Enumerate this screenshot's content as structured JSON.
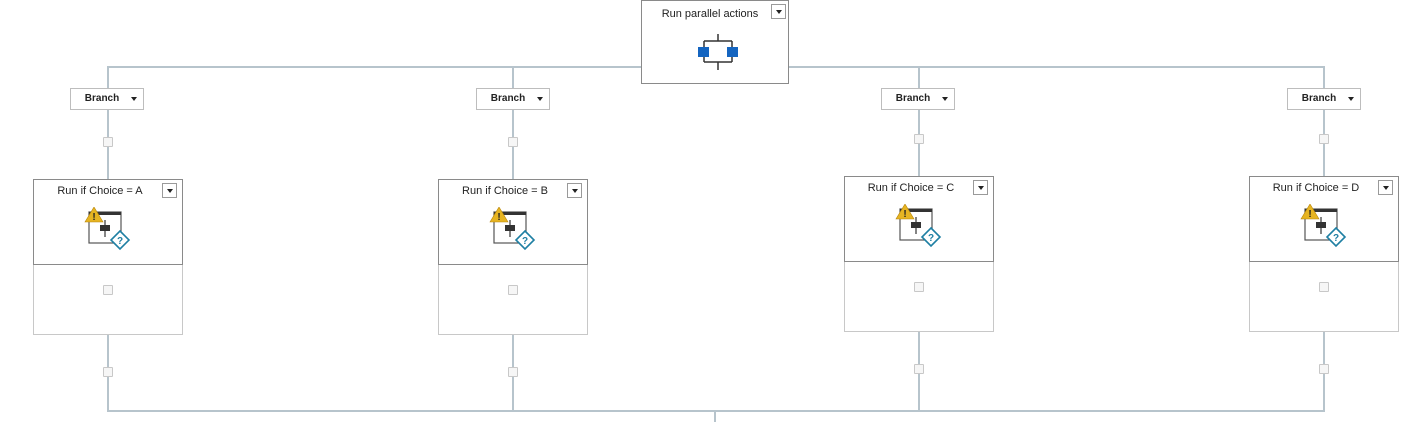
{
  "root": {
    "title": "Run parallel actions",
    "icon": "parallel-icon"
  },
  "branches": [
    {
      "label": "Branch",
      "condition": "Run if Choice = A",
      "icon": "conditional-warning-icon"
    },
    {
      "label": "Branch",
      "condition": "Run if Choice = B",
      "icon": "conditional-warning-icon"
    },
    {
      "label": "Branch",
      "condition": "Run if Choice = C",
      "icon": "conditional-warning-icon"
    },
    {
      "label": "Branch",
      "condition": "Run if Choice = D",
      "icon": "conditional-warning-icon"
    }
  ],
  "colors": {
    "connector": "#b7c4cc",
    "parallel_node": "#1565c0",
    "warning": "#e6b422",
    "help": "#1e7fa3"
  }
}
